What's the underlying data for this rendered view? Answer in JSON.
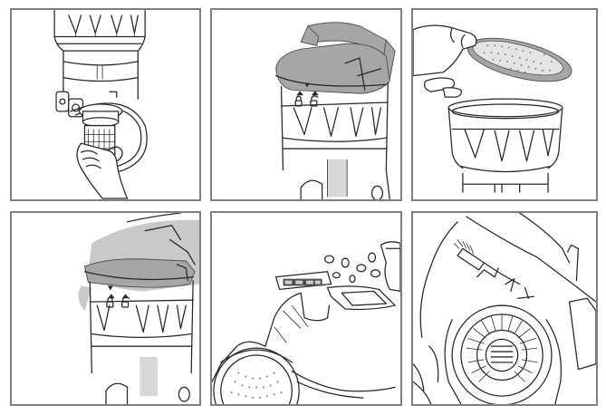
{
  "figure": {
    "panels": [
      {
        "id": 1,
        "scene": "canister-filter-removal"
      },
      {
        "id": 2,
        "scene": "lid-with-lock-symbols"
      },
      {
        "id": 3,
        "scene": "foam-filter-disc-lifted"
      },
      {
        "id": 4,
        "scene": "lid-closing-lock-symbols"
      },
      {
        "id": 5,
        "scene": "rinse-filter-under-water"
      },
      {
        "id": 6,
        "scene": "rear-grille-cleaning"
      }
    ],
    "colors": {
      "frame": "#808080",
      "line": "#2a2a2a",
      "lid_gray": "#a6a6a6",
      "ghost_gray": "#c9c9c9",
      "background": "#ffffff"
    }
  }
}
